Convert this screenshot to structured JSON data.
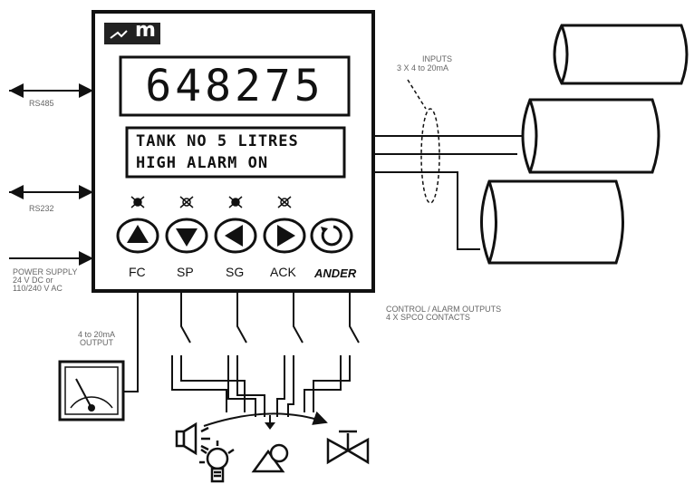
{
  "display": {
    "digits": "648275",
    "line1": "TANK NO 5 LITRES",
    "line2": "HIGH ALARM ON"
  },
  "buttons": [
    {
      "label": "FC",
      "icon": "up-arrow-icon"
    },
    {
      "label": "SP",
      "icon": "down-arrow-icon"
    },
    {
      "label": "SG",
      "icon": "left-arrow-icon"
    },
    {
      "label": "ACK",
      "icon": "right-arrow-icon"
    },
    {
      "label": "",
      "icon": "return-icon"
    }
  ],
  "brand": {
    "name": "ANDER",
    "logo": "m"
  },
  "ports": {
    "rs485": "RS485",
    "rs232": "RS232",
    "power": [
      "POWER SUPPLY",
      "24 V DC or",
      "110/240 V AC"
    ]
  },
  "inputs": [
    "INPUTS",
    "3 X 4 to 20mA"
  ],
  "analog_output": [
    "4 to 20mA",
    "OUTPUT"
  ],
  "control_outputs": [
    "CONTROL / ALARM OUTPUTS",
    "4 X SPCO CONTACTS"
  ],
  "colors": {
    "line": "#111111",
    "label": "#666666"
  }
}
